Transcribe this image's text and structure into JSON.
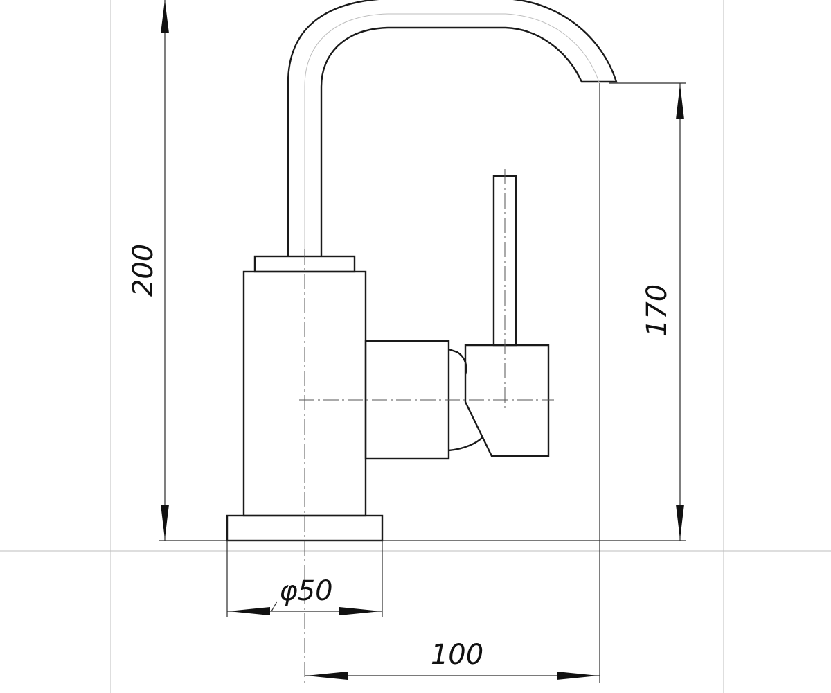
{
  "drawing": {
    "dimensions": {
      "total_height": "200",
      "spout_height": "170",
      "base_diameter": "φ50",
      "spout_reach": "100"
    }
  }
}
